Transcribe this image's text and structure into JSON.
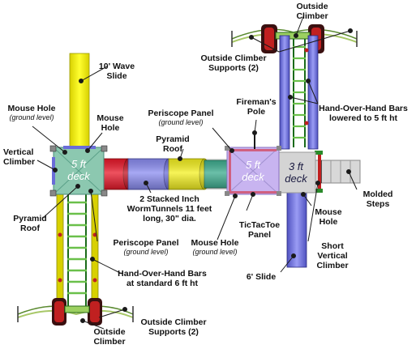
{
  "decks": {
    "left": "5 ft deck",
    "middle": "5 ft deck",
    "right": "3 ft deck"
  },
  "labels": {
    "outside_climber_top": "Outside Climber",
    "outside_climber_supports_top": "Outside Climber Supports (2)",
    "wave_slide": "10' Wave Slide",
    "firemans_pole": "Fireman's Pole",
    "hand_over_hand_top": "Hand-Over-Hand Bars lowered to 5 ft ht",
    "mouse_hole_left_ground": {
      "title": "Mouse Hole",
      "sub": "(ground level)"
    },
    "mouse_hole_left": "Mouse Hole",
    "periscope_panel_top": {
      "title": "Periscope Panel",
      "sub": "(ground level)"
    },
    "vertical_climber": "Vertical Climber",
    "pyramid_roof_mid": "Pyramid Roof",
    "pyramid_roof_left": "Pyramid Roof",
    "worm_tunnels": "2 Stacked Inch WormTunnels 11 feet long, 30\" dia.",
    "molded_steps": "Molded Steps",
    "mouse_hole_right": "Mouse Hole",
    "periscope_panel_bottom": {
      "title": "Periscope Panel",
      "sub": "(ground level)"
    },
    "mouse_hole_bottom": {
      "title": "Mouse Hole",
      "sub": "(ground level)"
    },
    "tictactoe": "TicTacToe Panel",
    "short_vertical_climber": "Short Vertical Climber",
    "hand_over_hand_bottom": "Hand-Over-Hand Bars at standard 6 ft ht",
    "six_slide": "6' Slide",
    "outside_climber_supports_bottom": "Outside Climber Supports (2)",
    "outside_climber_bottom": "Outside Climber"
  },
  "colors": {
    "slide": "#f2f20a",
    "tunnel_red": "#e8182a",
    "tunnel_blue": "#8a8cf0",
    "tunnel_yellow": "#f4f020",
    "tunnel_teal": "#3aaa8c",
    "deck_teal": "#8cc8b0",
    "deck_lilac": "#c8b4f0",
    "deck_gray": "#d4d4d4",
    "ladder_green": "#2a8a2a",
    "blue_bars": "#6a6cd8",
    "support_green": "#a8c868"
  }
}
